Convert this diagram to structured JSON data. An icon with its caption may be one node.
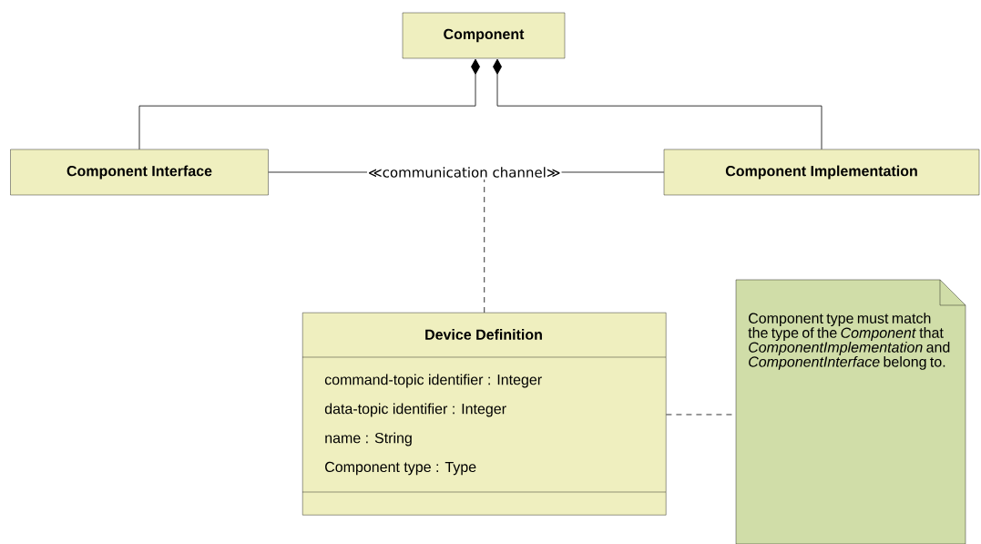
{
  "diagram": {
    "nodes": [
      {
        "text": [
          "Component"
        ]
      },
      {
        "text": [
          "Component Interface"
        ]
      },
      {
        "text": [
          "Component Implementation"
        ]
      },
      {
        "text": [
          "Device Definition",
          "command-topic identifier : Integer",
          "data-topic identifier : Integer",
          "name : String",
          "Component type : Type"
        ]
      },
      {
        "text": [
          "Component type must match the type of the *Component* that *ComponentImplementation* and *ComponentInterface* belong to."
        ]
      }
    ],
    "edges": [
      {
        "from": 1,
        "to": 0,
        "arrow": "other"
      },
      {
        "from": 2,
        "to": 0,
        "arrow": "other"
      },
      {
        "from": 1,
        "to": 2,
        "arrow": "none",
        "label": "≪communication channel≫"
      },
      {
        "from": 3,
        "to": null,
        "arrow": "none",
        "style": "dashed"
      },
      {
        "from": 3,
        "to": 4,
        "arrow": "none",
        "style": "dashed"
      }
    ]
  }
}
